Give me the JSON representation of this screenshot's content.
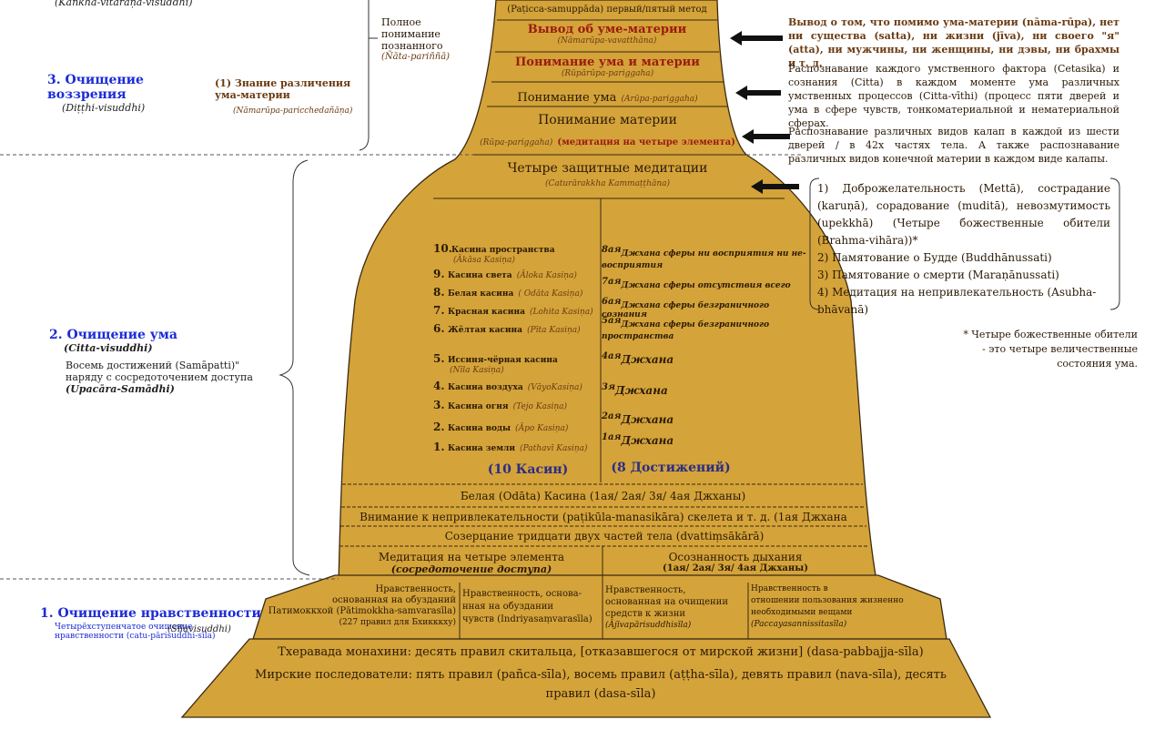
{
  "top_partial": "(Kaṅkhā-vitaraṇa-visuddhi)",
  "pyramid": {
    "paticca": "(Paṭicca-samuppāda) первый/пятый метод",
    "vyvod_title": "Вывод об уме-материи",
    "vyvod_pali": "(Nāmarūpa-vavatthāna)",
    "umamat_title": "Понимание ума и материи",
    "umamat_pali": "(Rūpārūpa-pariggaha)",
    "uma_title": "Понимание ума",
    "uma_pali": "(Arūpa-pariggaha)",
    "mat_title": "Понимание материи",
    "mat_pali": "(Rūpa-pariggaha)",
    "mat_extra": "(медитация на четыре элемента)",
    "four_title": "Четыре защитные медитации",
    "four_pali": "(Caturārakkha Kammaṭṭhāna)",
    "kasinas": [
      {
        "n": "10.",
        "name": "Касина пространства",
        "pali": "(Ākāsa Kasiṇa)"
      },
      {
        "n": "9.",
        "name": "Касина света",
        "pali": "(Āloka Kasiṇa)"
      },
      {
        "n": "8.",
        "name": "Белая касина",
        "pali": "( Odāta Kasiṇa)"
      },
      {
        "n": "7.",
        "name": "Красная касина",
        "pali": "(Lohita Kasiṇa)"
      },
      {
        "n": "6.",
        "name": "Жёлтая касина",
        "pali": "(Pīta Kasiṇa)"
      },
      {
        "n": "5.",
        "name": "Иссиня-чёрная касина",
        "pali": "(Nīla Kasiṇa)"
      },
      {
        "n": "4.",
        "name": "Касина воздуха",
        "pali": "(VāyoKasiṇa)"
      },
      {
        "n": "3.",
        "name": "Касина огня",
        "pali": "(Tejo Kasiṇa)"
      },
      {
        "n": "2.",
        "name": "Касина воды",
        "pali": "(Āpo Kasiṇa)"
      },
      {
        "n": "1.",
        "name": "Касина земли",
        "pali": "(Pathavī Kasiṇa)"
      }
    ],
    "jhanas": [
      {
        "sup": "8ая",
        "text": "Джхана сферы ни восприятия ни не-восприятия"
      },
      {
        "sup": "7ая",
        "text": "Джхана сферы отсутствия всего"
      },
      {
        "sup": "6ая",
        "text": "Джхана сферы безграничного сознания"
      },
      {
        "sup": "5ая",
        "text": "Джхана сферы безграничного пространства"
      },
      {
        "sup": "4ая",
        "text": "Джхана"
      },
      {
        "sup": "3я",
        "text": "Джхана"
      },
      {
        "sup": "2ая",
        "text": "Джхана"
      },
      {
        "sup": "1ая",
        "text": "Джхана"
      }
    ],
    "kasin_caption": "(10 Касин)",
    "dost_caption": "(8 Достижений)",
    "white_kasina": "Белая (Odāta) Касина (1ая/ 2ая/ 3я/ 4ая Джханы)",
    "skeleton": "Внимание к непривлекательности (paṭikūla-manasikāra) скелета и т. д. (1ая Джхана",
    "parts32": "Созерцание тридцати двух частей тела (dvattiṃsākārā)",
    "med4_title": "Медитация на четыре элемента",
    "med4_sub": "(сосредоточение доступа)",
    "breath_title": "Осознанность дыхания",
    "breath_sub": "(1ая/ 2ая/ 3я/ 4ая Джханы)",
    "sila_cells": [
      {
        "lines": [
          "Нравственность,",
          "основанная на обузданий",
          "Патимоккхой (Pātimokkha-samvarasīla)",
          "(227 правил для Бхикккху)"
        ]
      },
      {
        "lines": [
          "Нравственность, основа-",
          "нная на обуздании",
          "чувств (Indriyasaṃvarasīla)"
        ]
      },
      {
        "lines": [
          "Нравственность,",
          "основанная на очищении",
          "средств к жизни",
          "(Ājīvapārisuddhisīla)"
        ]
      },
      {
        "lines": [
          "Нравственность в",
          "отношении пользования жизненно",
          "необходимыми вещами",
          "(Paccayasannissitasīla)"
        ]
      }
    ],
    "nuns": "Тхеравада монахини: десять правил скитальца, [отказавшегося от мирской жизни] (dasa-pabbajja-sīla)",
    "lay1": "Мирские последователи: пять правил (pañca-sīla), восемь правил (aṭṭha-sīla), девять правил (nava-sīla), десять",
    "lay2": "правил (dasa-sīla)"
  },
  "left": {
    "p3_title": "3. Очищение воззрения",
    "p3_pali": "(Diṭṭhi-visuddhi)",
    "know_title": "(1) Знание различения ума-материи",
    "know_pali": "(Nāmarūpa-paricchedañāṇa)",
    "full_title": "Полное понимание познанного",
    "full_pali": "(Ñāta-pariññā)",
    "p2_title": "2. Очищение ума",
    "p2_pali": "(Citta-visuddhi)",
    "p2_desc1": "Восемь достижений (Samāpatti)\"",
    "p2_desc2": "наряду с сосредоточением доступа",
    "p2_desc3": "(Upacāra-Samādhi)",
    "p1_title": "1. Очищение нравственности",
    "p1_pali": "(Sīlavisuddhi)",
    "p1_sub1": "Четырёхступенчатое очищение",
    "p1_sub2": "нравственности (catu-pārisuddhi-sīla)"
  },
  "right": {
    "note1": "Вывод о том, что помимо ума-материи (nāma-rūpa), нет ни существа (satta), ни жизни (jīva), ни своего \"я\" (atta), ни мужчины, ни женщины, ни дэвы, ни брахмы и т. д.",
    "note2": "Распознавание каждого умственного фактора (Cetasika) и сознания (Citta) в каждом моменте ума различных умственных процессов (Citta-vīthi) (процесс пяти дверей и ума в сфере чувств, тонкоматериальной и нематериальной сферах.",
    "note3": "Распознавание различных видов калап в каждой из шести дверей / в 42х частях тела. А также распознавание различных видов конечной материи в каждом виде калапы.",
    "list": [
      "1) Доброжелательность (Mettā), сострадание (karuṇā), сорадование (muditā), невозмутимость (upekkhā) (Четыре божественные обители (Brahma-vihāra))*",
      "2) Памятование о Будде (Buddhānussati)",
      "3) Памятование о смерти (Maraṇānussati)",
      "4) Медитация на непривлекательность (Asubha-bhāvanā)"
    ],
    "footnote1": "* Четыре божественные обители",
    "footnote2": "- это четыре величественные",
    "footnote3": "состояния ума."
  },
  "colors": {
    "fill": "#d4a33a",
    "border": "#3a2a10",
    "title_red": "#9b1b10",
    "blue": "#1c2bd6"
  }
}
